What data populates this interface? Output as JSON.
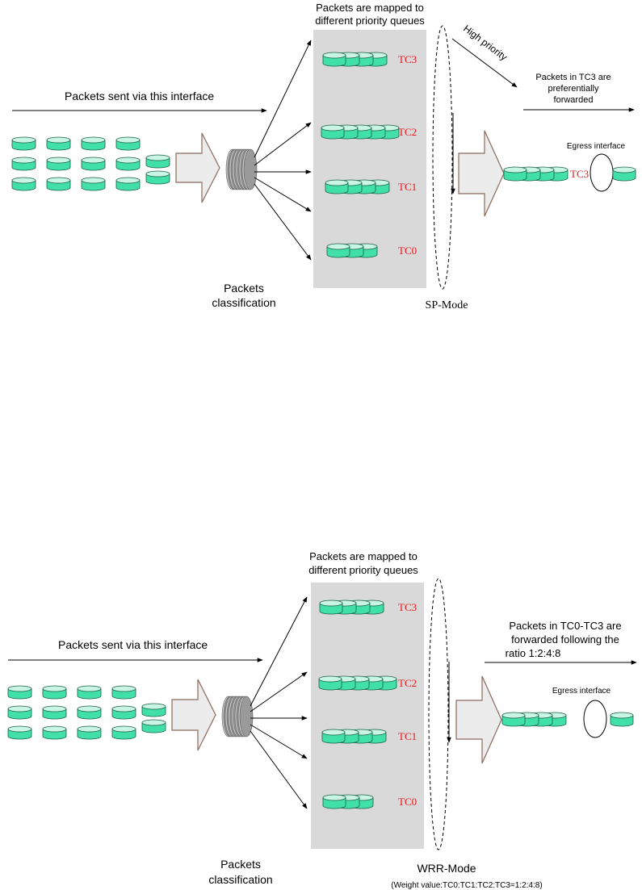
{
  "colors": {
    "packet_fill": "#40e0a8",
    "packet_top": "#c8f5e4",
    "queue_panel": "#d9d9d9",
    "tc_label": "#e8161b",
    "arrow_block": "#ececec",
    "arrow_block_stroke": "#8a6a5a"
  },
  "icons": {
    "packet": "packet-cylinder-icon",
    "classifier": "classifier-disk-stack-icon",
    "scheduler": "scheduler-ellipse-icon",
    "flow_arrow": "block-arrow-icon"
  },
  "diagrams": [
    {
      "id": "sp",
      "ingress_label": "Packets sent via this interface",
      "mapping_title_line1": "Packets are mapped to",
      "mapping_title_line2": "different priority queues",
      "classification_line1": "Packets",
      "classification_line2": "classification",
      "mode_label": "SP-Mode",
      "high_priority_label": "High priority",
      "output_line1": "Packets in TC3 are",
      "output_line2": "preferentially",
      "output_line3": "forwarded",
      "egress_label": "Egress interface",
      "egress_queue_label": "TC3",
      "queues": [
        {
          "label": "TC3",
          "packets": 4
        },
        {
          "label": "TC2",
          "packets": 5
        },
        {
          "label": "TC1",
          "packets": 4
        },
        {
          "label": "TC0",
          "packets": 3
        }
      ],
      "ingress_packet_count": 14,
      "egress_packets": 4
    },
    {
      "id": "wrr",
      "ingress_label": "Packets sent via this interface",
      "mapping_title_line1": "Packets are mapped to",
      "mapping_title_line2": "different priority queues",
      "classification_line1": "Packets",
      "classification_line2": "classification",
      "mode_label": "WRR-Mode",
      "weight_note": "(Weight value:TC0:TC1:TC2:TC3=1:2:4:8)",
      "output_line1": "Packets in TC0-TC3 are",
      "output_line2": "forwarded following the",
      "output_line3": "ratio 1:2:4:8",
      "egress_label": "Egress interface",
      "queues": [
        {
          "label": "TC3",
          "packets": 4
        },
        {
          "label": "TC2",
          "packets": 5
        },
        {
          "label": "TC1",
          "packets": 4
        },
        {
          "label": "TC0",
          "packets": 3
        }
      ],
      "ingress_packet_count": 14,
      "egress_packets": 4
    }
  ]
}
